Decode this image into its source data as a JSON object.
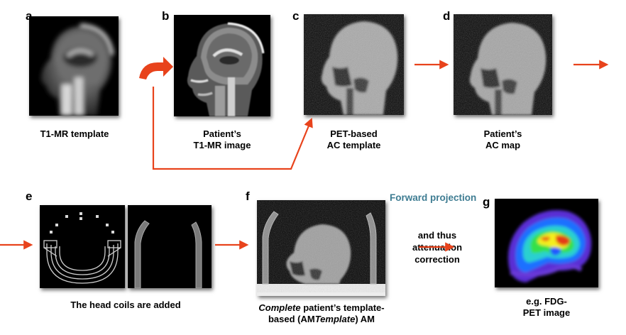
{
  "panels": {
    "a": {
      "letter": "a",
      "caption_lines": [
        "T1-MR template"
      ]
    },
    "b": {
      "letter": "b",
      "caption_lines": [
        "Patient’s",
        "T1-MR image"
      ]
    },
    "c": {
      "letter": "c",
      "caption_lines": [
        "PET-based",
        "AC template"
      ]
    },
    "d": {
      "letter": "d",
      "caption_lines": [
        "Patient’s",
        "AC map"
      ]
    },
    "e": {
      "letter": "e",
      "caption_lines": [
        "The head coils are added"
      ]
    },
    "f": {
      "letter": "f",
      "caption_line1_italic": "Complete",
      "caption_line1_rest": " patient’s template-",
      "caption_line2_prefix": "based (AM",
      "caption_line2_italic": "Template",
      "caption_line2_suffix": ")  AM"
    },
    "g": {
      "letter": "g",
      "caption_lines": [
        "e.g. FDG-",
        "PET image"
      ]
    }
  },
  "forward_projection": "Forward projection",
  "middle_text_lines": [
    "and thus",
    "attenuation",
    "correction"
  ],
  "colors": {
    "arrow": "#e8431c",
    "forward_projection": "#3e7c92"
  }
}
